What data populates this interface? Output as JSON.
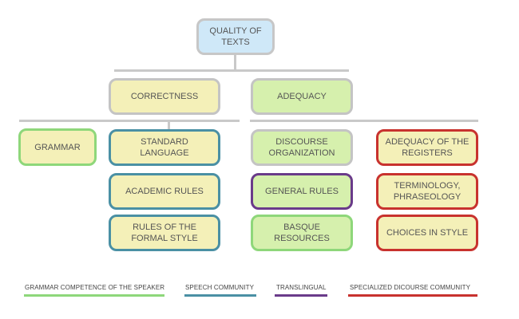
{
  "diagram": {
    "root": {
      "label": "QUALITY OF\nTEXTS"
    },
    "level1": {
      "correctness": {
        "label": "CORRECTNESS"
      },
      "adequacy": {
        "label": "ADEQUACY"
      }
    },
    "correctness_children": {
      "grammar": {
        "label": "GRAMMAR"
      },
      "standard_language": {
        "label": "STANDARD\nLANGUAGE"
      },
      "academic_rules": {
        "label": "ACADEMIC RULES"
      },
      "formal_style": {
        "label": "RULES OF THE\nFORMAL STYLE"
      }
    },
    "adequacy_children": {
      "discourse_organization": {
        "label": "DISCOURSE\nORGANIZATION"
      },
      "general_rules": {
        "label": "GENERAL RULES"
      },
      "basque_resources": {
        "label": "BASQUE\nRESOURCES"
      },
      "adequacy_registers": {
        "label": "ADEQUACY OF THE\nREGISTERS"
      },
      "terminology": {
        "label": "TERMINOLOGY,\nPHRASEOLOGY"
      },
      "choices_style": {
        "label": "CHOICES IN STYLE"
      }
    }
  },
  "legend": [
    {
      "label": "GRAMMAR COMPETENCE OF THE SPEAKER",
      "color": "#8ed77a"
    },
    {
      "label": "SPEECH COMMUNITY",
      "color": "#4a90a4"
    },
    {
      "label": "TRANSLINGUAL",
      "color": "#6a3b8a"
    },
    {
      "label": "SPECIALIZED DICOURSE COMMUNITY",
      "color": "#c8322e"
    }
  ]
}
